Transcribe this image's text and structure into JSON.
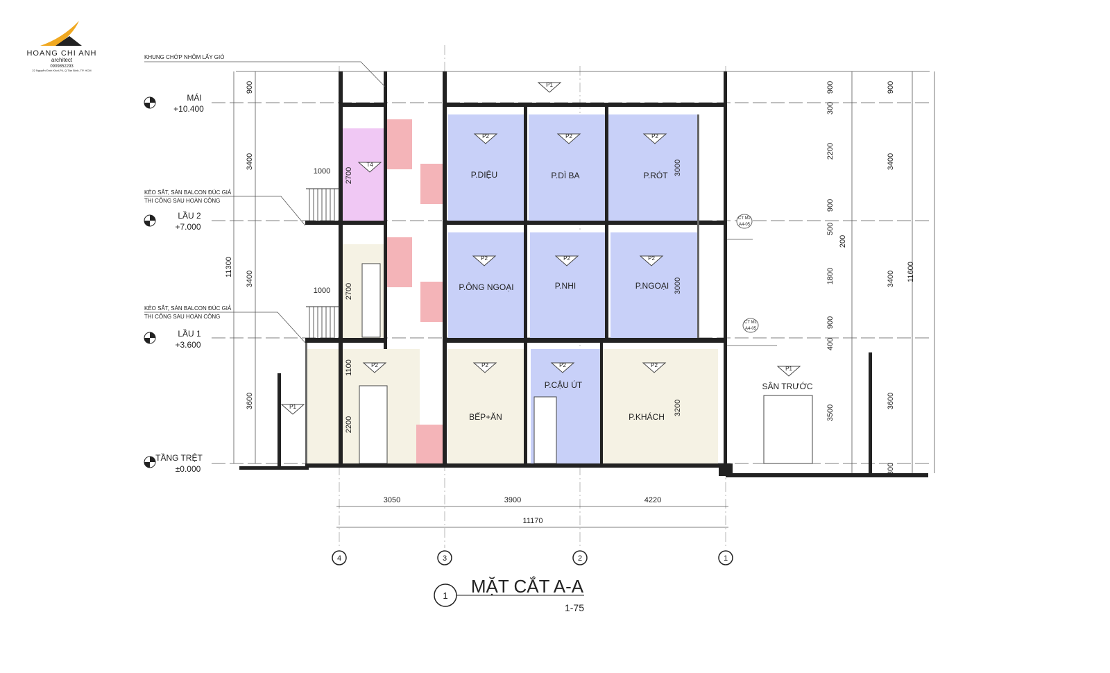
{
  "logo": {
    "brand": "HOANG CHI ANH",
    "sub": "architect",
    "phone": "0909852293",
    "address": "22 Nguyễn Đình Khơi,P4, Q.Tân Bình, TP. HCM"
  },
  "notes": {
    "louver": "KHUNG CHỚP NHÔM LẤY GIÓ",
    "balcony_1a": "KÈO SẮT, SÀN BALCON ĐÚC GIẢ",
    "balcony_1b": "THI CÔNG SAU HOÀN CÔNG",
    "balcony_2a": "KÈO SẮT, SÀN BALCON ĐÚC GIẢ",
    "balcony_2b": "THI CÔNG SAU HOÀN CÔNG"
  },
  "levels": [
    {
      "name": "MÁI",
      "elev": "+10.400"
    },
    {
      "name": "LẦU 2",
      "elev": "+7.000"
    },
    {
      "name": "LẦU 1",
      "elev": "+3.600"
    },
    {
      "name": "TẦNG TRỆT",
      "elev": "±0.000"
    }
  ],
  "rooms": {
    "f2": [
      "P.DIỆU",
      "P.DÌ BA",
      "P.RÓT"
    ],
    "f1": [
      "P.ÔNG NGOẠI",
      "P.NHI",
      "P.NGOẠI"
    ],
    "g": [
      "BẾP+ĂN",
      "P.CẬU ÚT",
      "P.KHÁCH",
      "SÂN TRƯỚC"
    ]
  },
  "tags": {
    "p1": "P1",
    "p2": "P2",
    "t4": "T4",
    "ct_m2a": "CT M2",
    "ct_m2b": "A4-05",
    "ct_m1a": "CT M1",
    "ct_m1b": "A4-05"
  },
  "dims": {
    "left": {
      "d900": "900",
      "d3400a": "3400",
      "d3400b": "3400",
      "d3600": "3600",
      "total": "11300",
      "bal1": "1000",
      "bal2": "1000",
      "h2700a": "2700",
      "h2700b": "2700",
      "h1100": "1100",
      "h2200": "2200"
    },
    "inner": {
      "h3000a": "3000",
      "h3000b": "3000",
      "h3200": "3200"
    },
    "right1": [
      "900",
      "300",
      "2200",
      "900",
      "500",
      "200",
      "1800",
      "900",
      "400",
      "3500",
      "300"
    ],
    "right2": [
      "900",
      "3400",
      "3400",
      "3600"
    ],
    "right_total": "11600",
    "bottom": [
      "3050",
      "3900",
      "4220"
    ],
    "bottom_total": "11170"
  },
  "grid_axes": [
    "4",
    "3",
    "2",
    "1"
  ],
  "title": {
    "number": "1",
    "name": "MẶT CẮT A-A",
    "scale": "1-75"
  },
  "colors": {
    "blue": "#c8d0f8",
    "pink": "#f0c8f4",
    "beige": "#f5f2e4",
    "stair": "#f4b4b8",
    "logo": "#f0a820"
  }
}
